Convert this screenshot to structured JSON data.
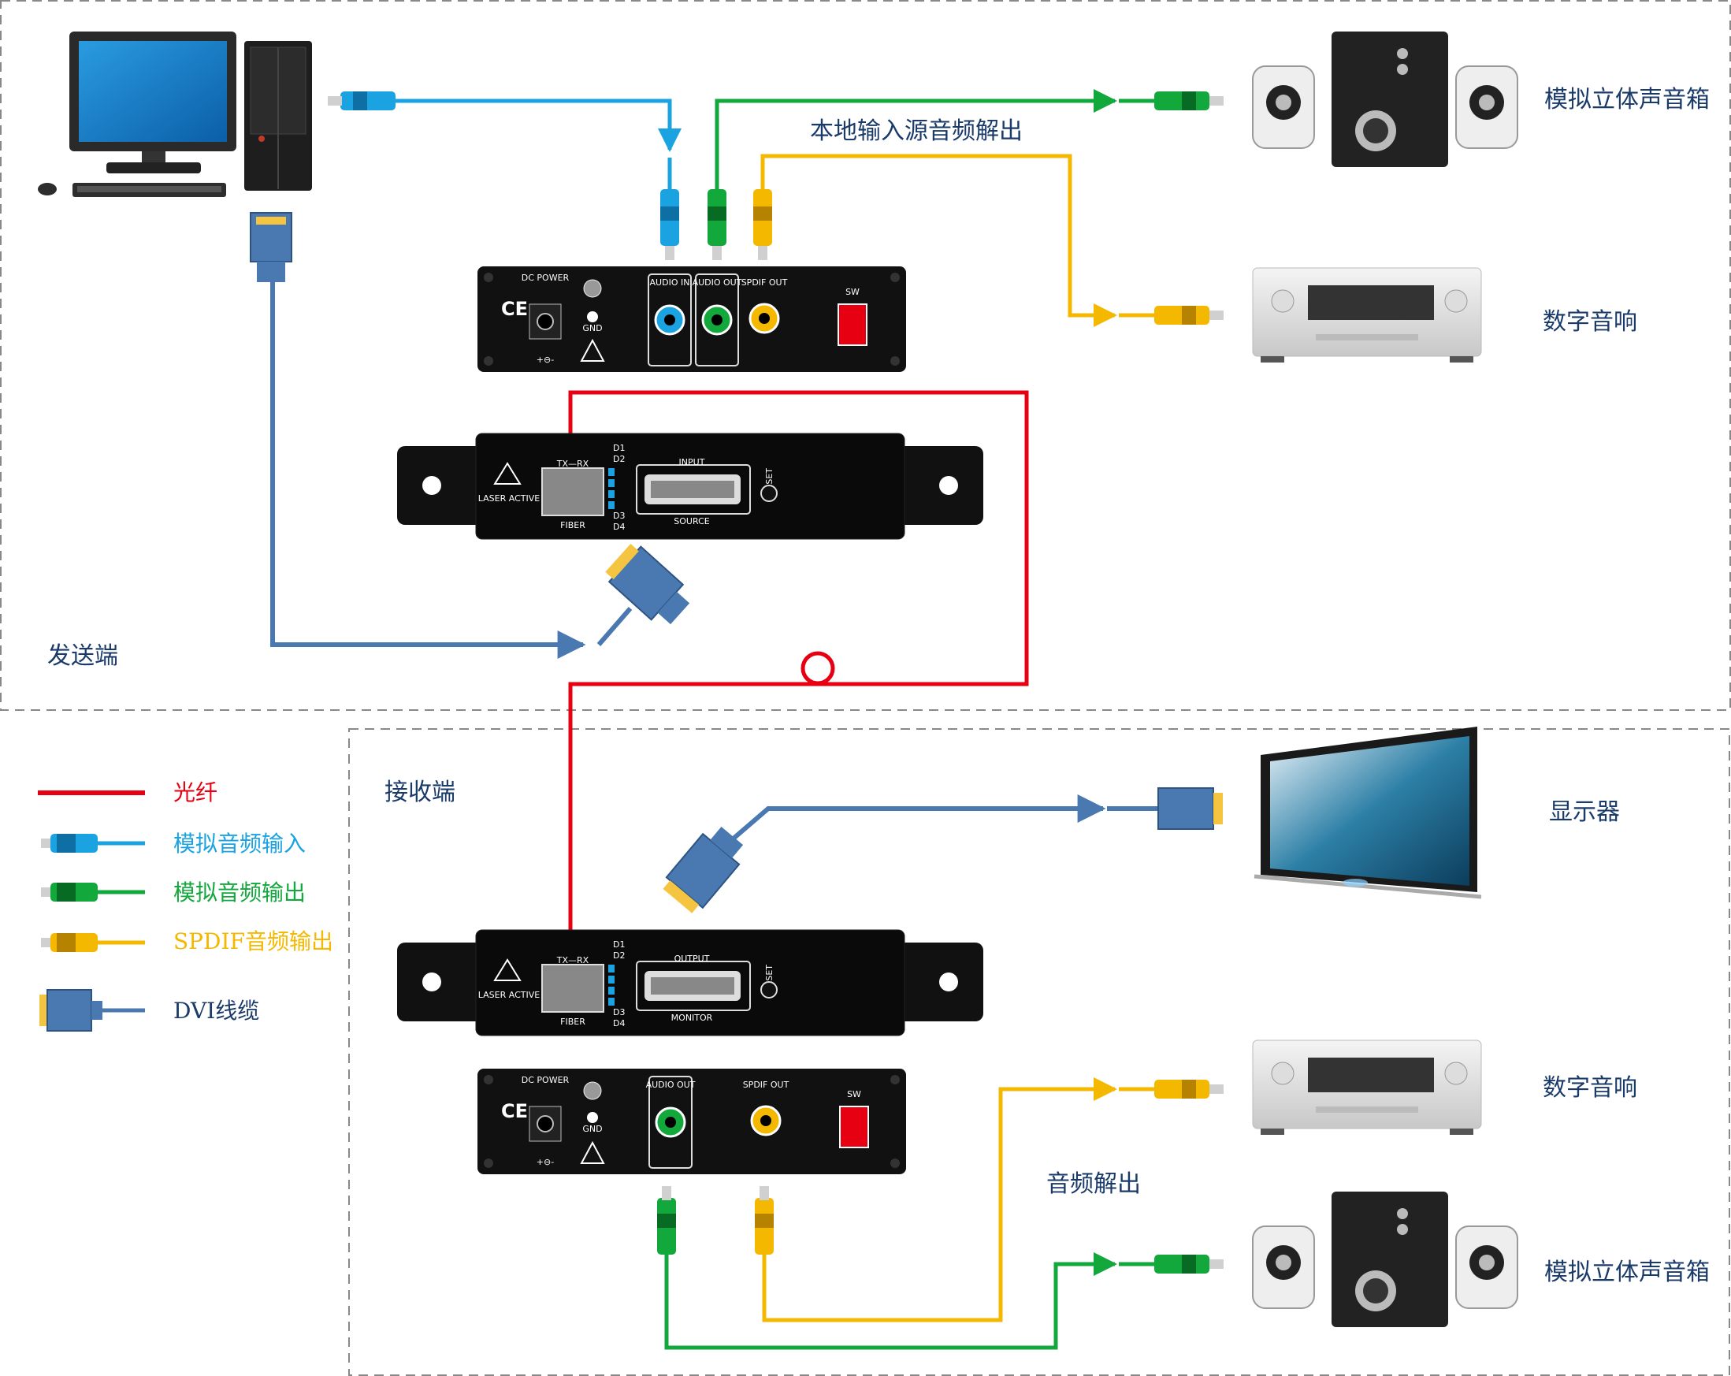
{
  "sections": {
    "sender": "发送端",
    "receiver": "接收端"
  },
  "labels": {
    "top_stereo_speakers": "模拟立体声音箱",
    "top_digital_audio": "数字音响",
    "local_audio_out": "本地输入源音频解出",
    "monitor": "显示器",
    "bottom_digital_audio": "数字音响",
    "audio_out": "音频解出",
    "bottom_stereo_speakers": "模拟立体声音箱"
  },
  "legend": {
    "fiber": "光纤",
    "analog_in": "模拟音频输入",
    "analog_out": "模拟音频输出",
    "spdif_out": "SPDIF音频输出",
    "dvi": "DVI线缆"
  },
  "panels": {
    "tx_audio": {
      "dc_power": "DC POWER",
      "gnd": "GND",
      "polarity": "+⊖-",
      "audio_in": "AUDIO IN",
      "audio_out": "AUDIO OUT",
      "spdif_out": "SPDIF OUT",
      "sw": "SW"
    },
    "tx_video": {
      "laser": "LASER ACTIVE",
      "txrx": "TX—RX",
      "fiber": "FIBER",
      "input": "INPUT",
      "source": "SOURCE",
      "reset": "RESET",
      "d1": "D1",
      "d2": "D2",
      "d3": "D3",
      "d4": "D4"
    },
    "rx_video": {
      "laser": "LASER ACTIVE",
      "txrx": "TX—RX",
      "fiber": "FIBER",
      "output": "OUTPUT",
      "monitor": "MONITOR",
      "reset": "RESET",
      "d1": "D1",
      "d2": "D2",
      "d3": "D3",
      "d4": "D4"
    },
    "rx_audio": {
      "dc_power": "DC POWER",
      "gnd": "GND",
      "polarity": "+⊖-",
      "audio_out": "AUDIO OUT",
      "spdif_out": "SPDIF OUT",
      "sw": "SW"
    }
  },
  "colors": {
    "fiber": "#e60012",
    "analog_in": "#1aa3e0",
    "analog_out": "#12a83c",
    "spdif": "#f5b800",
    "dvi": "#4a78b0",
    "dashed_border": "#888888",
    "panel": "#111111"
  }
}
